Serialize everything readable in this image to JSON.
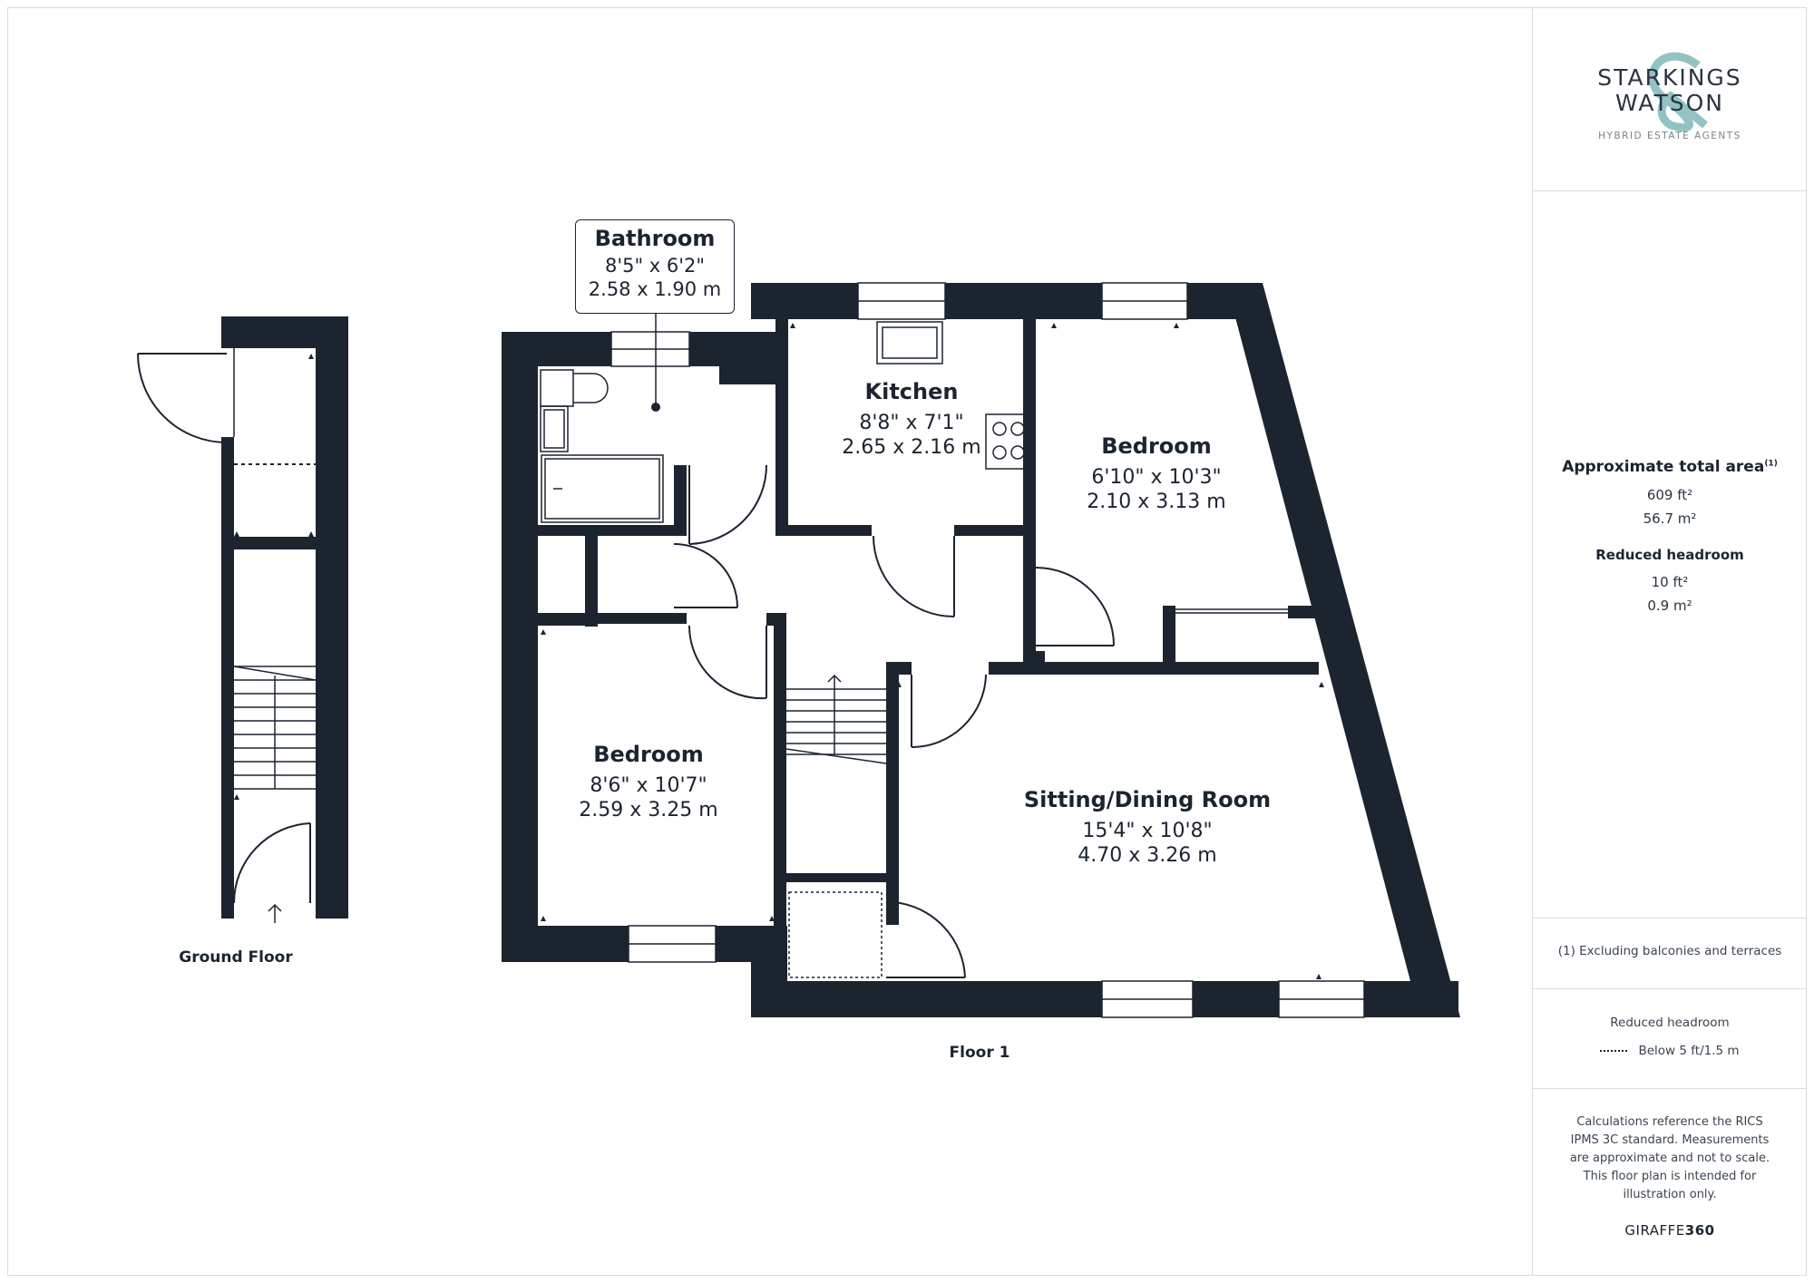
{
  "brand": {
    "logo_line1": "STARKINGS",
    "logo_line2": "WATSON",
    "logo_tagline": "HYBRID ESTATE AGENTS",
    "accent_color": "#7fb9b7"
  },
  "floors": [
    {
      "name": "Ground Floor"
    },
    {
      "name": "Floor 1"
    }
  ],
  "rooms": [
    {
      "name": "Bathroom",
      "imperial": "8'5\" x 6'2\"",
      "metric": "2.58 x 1.90 m"
    },
    {
      "name": "Kitchen",
      "imperial": "8'8\" x 7'1\"",
      "metric": "2.65 x 2.16 m"
    },
    {
      "name": "Bedroom",
      "imperial": "6'10\" x 10'3\"",
      "metric": "2.10 x 3.13 m"
    },
    {
      "name": "Bedroom",
      "imperial": "8'6\" x 10'7\"",
      "metric": "2.59 x 3.25 m"
    },
    {
      "name": "Sitting/Dining Room",
      "imperial": "15'4\" x 10'8\"",
      "metric": "4.70 x 3.26 m"
    }
  ],
  "sidebar": {
    "total_area_title": "Approximate total area",
    "total_area_footnote": "(1)",
    "total_area_ft": "609 ft²",
    "total_area_m": "56.7 m²",
    "reduced_headroom_title": "Reduced headroom",
    "reduced_headroom_ft": "10 ft²",
    "reduced_headroom_m": "0.9 m²",
    "footnote": "(1) Excluding balconies and terraces",
    "legend_title": "Reduced headroom",
    "legend_item": "Below 5 ft/1.5 m",
    "disclaimer": "Calculations reference the RICS IPMS 3C standard. Measurements are approximate and not to scale. This floor plan is intended for illustration only.",
    "credit_light": "GIRAFFE",
    "credit_bold": "360"
  },
  "colors": {
    "wall": "#1c2430",
    "line": "#1c2430",
    "paper": "#ffffff"
  }
}
